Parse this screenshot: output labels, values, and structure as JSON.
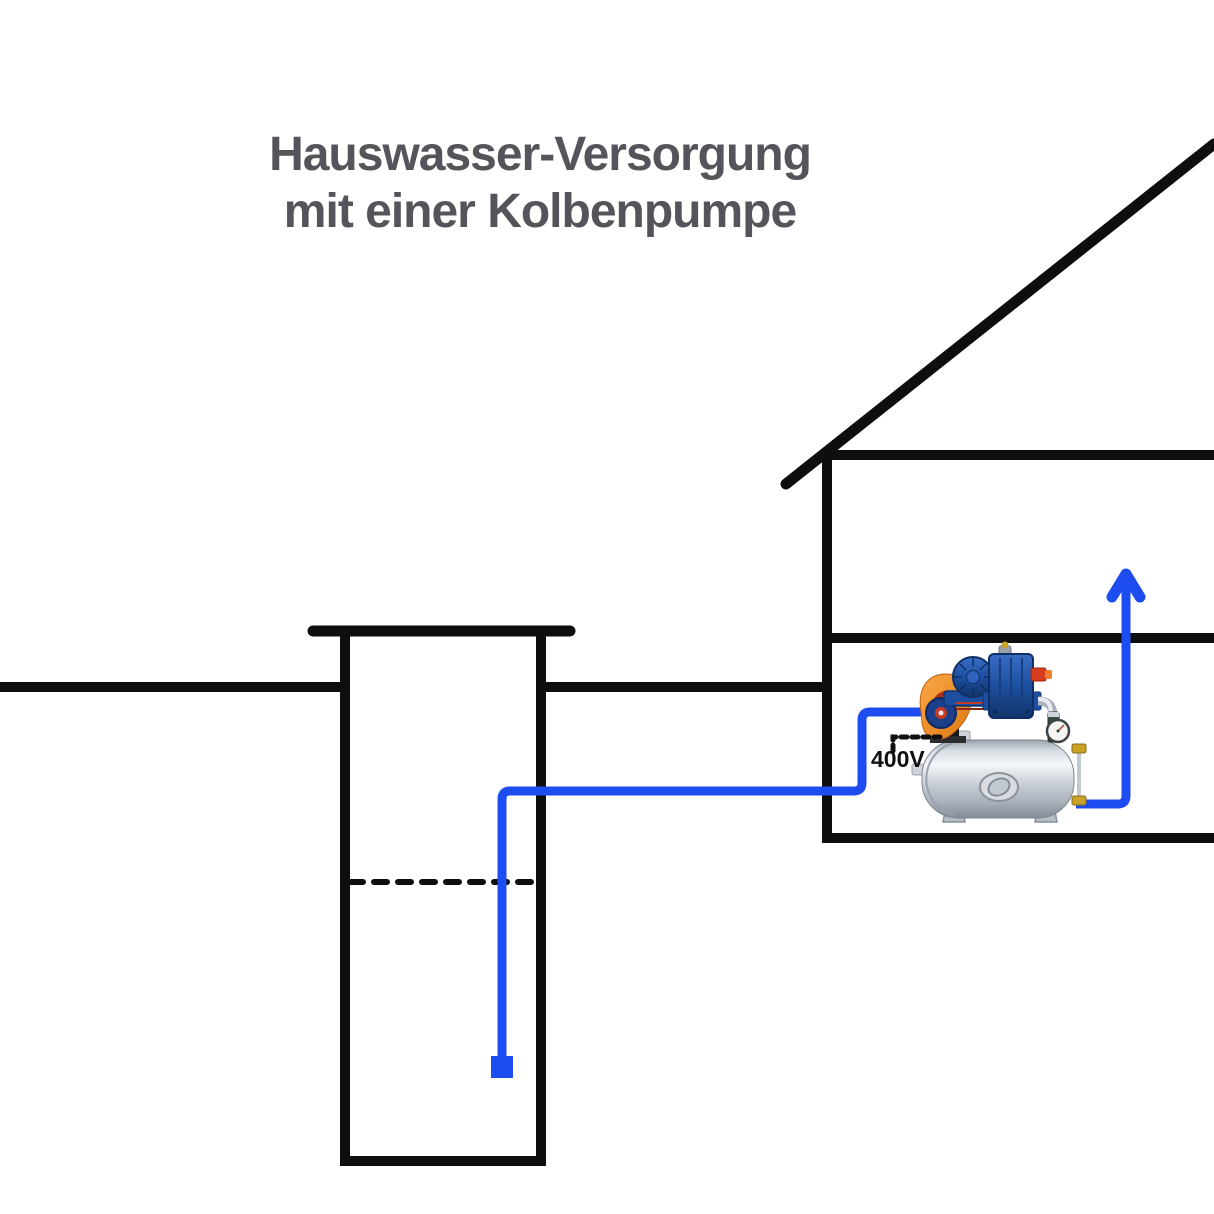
{
  "title": {
    "line1": "Hauswasser-Versorgung",
    "line2": "mit einer Kolbenpumpe"
  },
  "pump": {
    "voltage_label": "400V"
  },
  "colors": {
    "line": "#0e0e0e",
    "pipe": "#1d4df0",
    "title_text": "#53555a",
    "cable": "#101010",
    "pump_orange": "#f29222",
    "pump_blue": "#1d4fa0",
    "pump_red": "#d63c1e",
    "brass": "#c9a227"
  }
}
